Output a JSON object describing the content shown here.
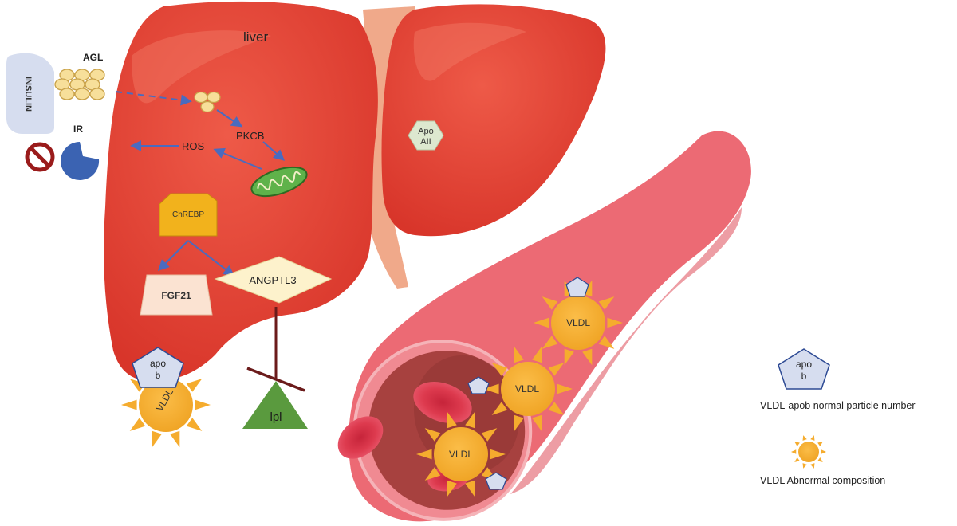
{
  "diagram": {
    "liver_label": "liver",
    "insulin_label": "INSULIN",
    "agl_label": "AGL",
    "ir_label": "IR",
    "pkcb_label": "PKCB",
    "ros_label": "ROS",
    "apoaii_line1": "Apo",
    "apoaii_line2": "AII",
    "chrebp_label": "ChREBP",
    "fgf21_label": "FGF21",
    "angptl3_label": "ANGPTL3",
    "lpl_label": "lpl",
    "apob_line1": "apo",
    "apob_line2": "b",
    "vldl_label": "VLDL"
  },
  "legend": {
    "apob_line1": "apo",
    "apob_line2": "b",
    "normal_particle_label": "VLDL-apob normal particle number",
    "abnormal_label": "VLDL Abnormal composition"
  },
  "colors": {
    "liver": "#e8483a",
    "liver_dark": "#d8352a",
    "ligament": "#f0a98a",
    "vessel": "#ec6a74",
    "vessel_inner": "#a7413f",
    "sun": "#f5ac2e",
    "arrow": "#4a6bbf",
    "lpl": "#5a9a3e",
    "chrebp": "#f2b21c"
  }
}
